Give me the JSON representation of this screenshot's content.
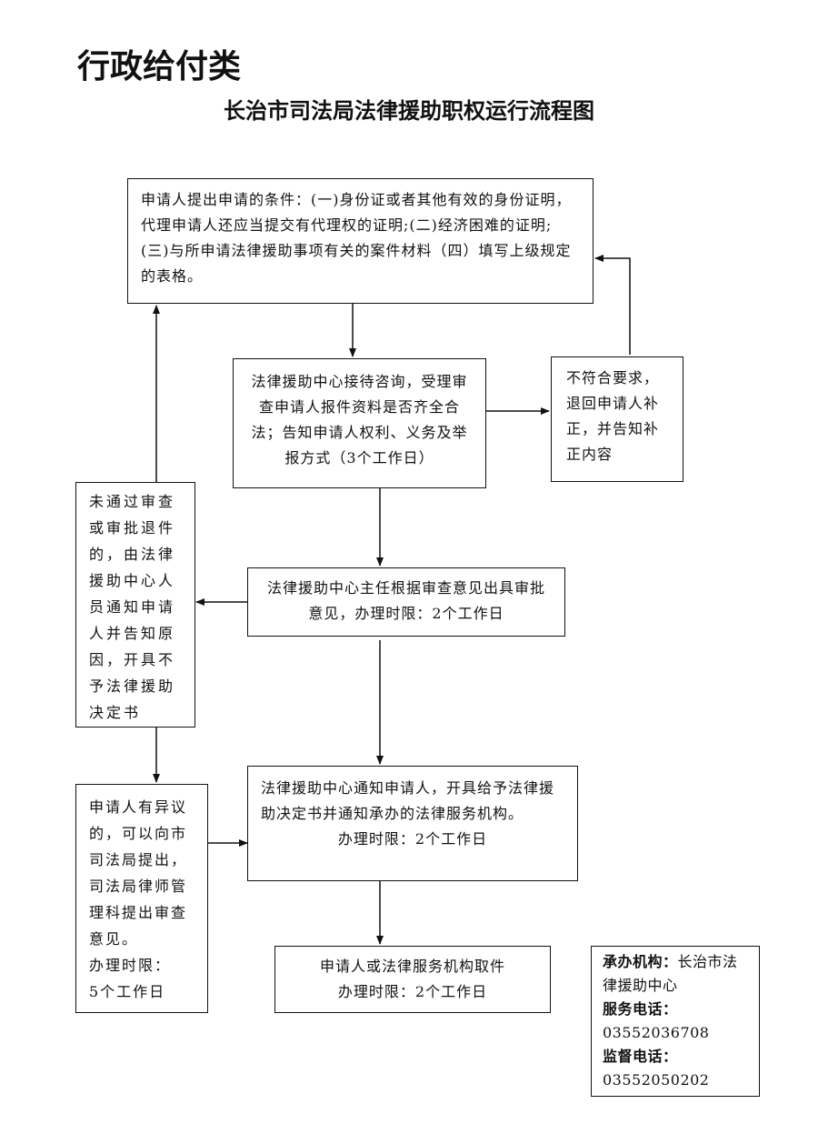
{
  "header": {
    "category": "行政给付类",
    "title": "长治市司法局法律援助职权运行流程图"
  },
  "flow": {
    "conditions": "申请人提出申请的条件：(一)身份证或者其他有效的身份证明，代理申请人还应当提交有代理权的证明;(二)经济困难的证明;(三)与所申请法律援助事项有关的案件材料（四）填写上级规定的表格。",
    "consult": "法律援助中心接待咨询，受理审查申请人报件资料是否齐全合法；告知申请人权利、义务及举报方式（3个工作日）",
    "noncompliant": "不符合要求，退回申请人补正，并告知补正内容",
    "approval": "法律援助中心主任根据审查意见出具审批意见，办理时限：2个工作日",
    "rejected": "未通过审查或审批退件的，由法律援助中心人员通知申请人并告知原因，开具不予法律援助决定书",
    "notify": {
      "text": "法律援助中心通知申请人，开具给予法律援助决定书并通知承办的法律服务机构。",
      "time": "办理时限：2个工作日"
    },
    "objection": {
      "text": "申请人有异议的，可以向市司法局提出，司法局律师管理科提出审查意见。",
      "time_label": "办理时限：",
      "time_value": "5个工作日"
    },
    "pickup": {
      "text": "申请人或法律服务机构取件",
      "time": "办理时限：2个工作日"
    }
  },
  "contact": {
    "org_label": "承办机构：",
    "org_value": "长治市法律援助中心",
    "service_label": "服务电话：",
    "service_phone": "03552036708",
    "supervise_label": "监督电话：",
    "supervise_phone": "03552050202"
  }
}
